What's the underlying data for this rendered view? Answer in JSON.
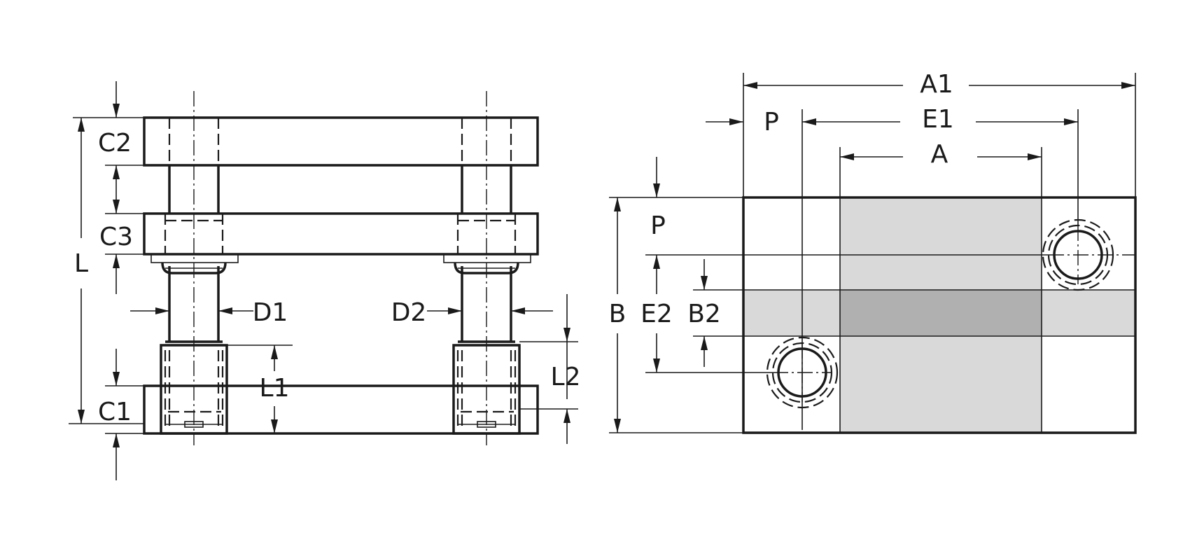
{
  "colors": {
    "line": "#1a1a1a",
    "light_fill": "#d9d9d9",
    "dark_fill": "#b0b0b0"
  },
  "front_view": {
    "labels": {
      "C2": "C2",
      "C3": "C3",
      "L": "L",
      "D1": "D1",
      "D2": "D2",
      "L1": "L1",
      "L2": "L2",
      "C1": "C1"
    }
  },
  "top_view": {
    "labels": {
      "A1": "A1",
      "P_top": "P",
      "E1": "E1",
      "A": "A",
      "P_side": "P",
      "B": "B",
      "E2": "E2",
      "B2": "B2"
    }
  }
}
